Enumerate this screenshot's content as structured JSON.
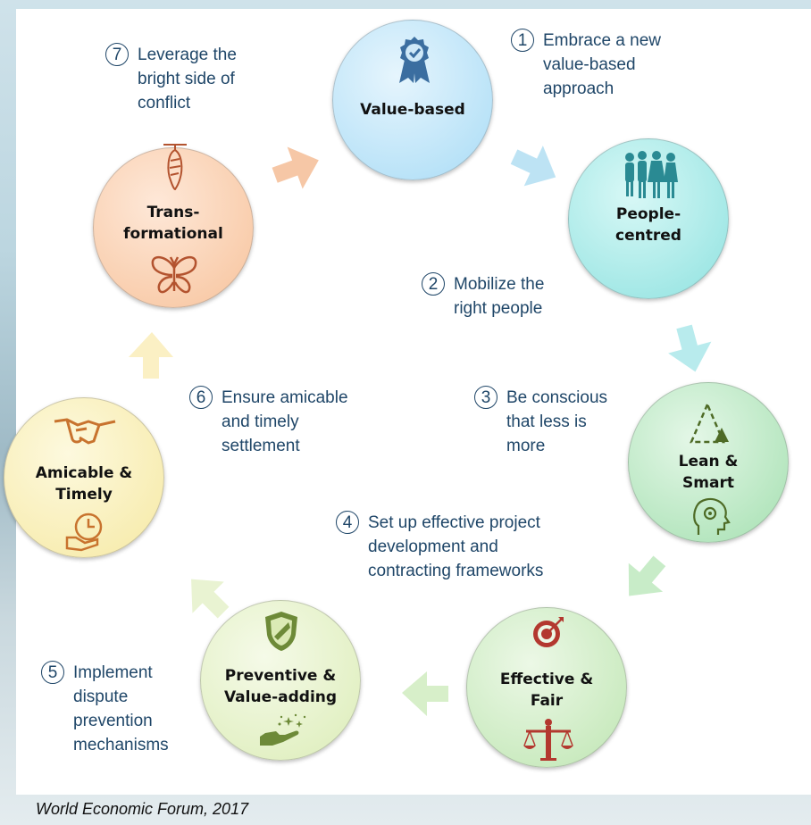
{
  "nodes": {
    "value_based": {
      "label": "Value-based",
      "color": "#c8e8fb"
    },
    "people_centred": {
      "label": "People-\ncentred",
      "color": "#a6ecec"
    },
    "lean_smart": {
      "label": "Lean &\nSmart",
      "color": "#b9e7c6"
    },
    "effective_fair": {
      "label": "Effective &\nFair",
      "color": "#d0eec4"
    },
    "preventive": {
      "label": "Preventive &\nValue-adding",
      "color": "#e8f2c9"
    },
    "amicable": {
      "label": "Amicable &\nTimely",
      "color": "#fbf2bb"
    },
    "transformational": {
      "label": "Trans-\nformational",
      "color": "#fbd4b5"
    }
  },
  "steps": [
    {
      "num": "1",
      "text": "Embrace a new\nvalue-based\napproach"
    },
    {
      "num": "2",
      "text": "Mobilize the\nright people"
    },
    {
      "num": "3",
      "text": "Be conscious\nthat less is\nmore"
    },
    {
      "num": "4",
      "text": "Set up effective project\ndevelopment and\ncontracting frameworks"
    },
    {
      "num": "5",
      "text": "Implement\ndispute\nprevention\nmechanisms"
    },
    {
      "num": "6",
      "text": "Ensure amicable\nand timely\nsettlement"
    },
    {
      "num": "7",
      "text": "Leverage the\nbright side of\nconflict"
    }
  ],
  "caption": "World Economic Forum, 2017",
  "colors": {
    "text": "#1f4668",
    "icon_teal": "#2a8a93",
    "icon_dark_green": "#4e6b26",
    "icon_red": "#b3382f",
    "icon_orange": "#c8732e",
    "icon_blue": "#3b6ea0"
  }
}
